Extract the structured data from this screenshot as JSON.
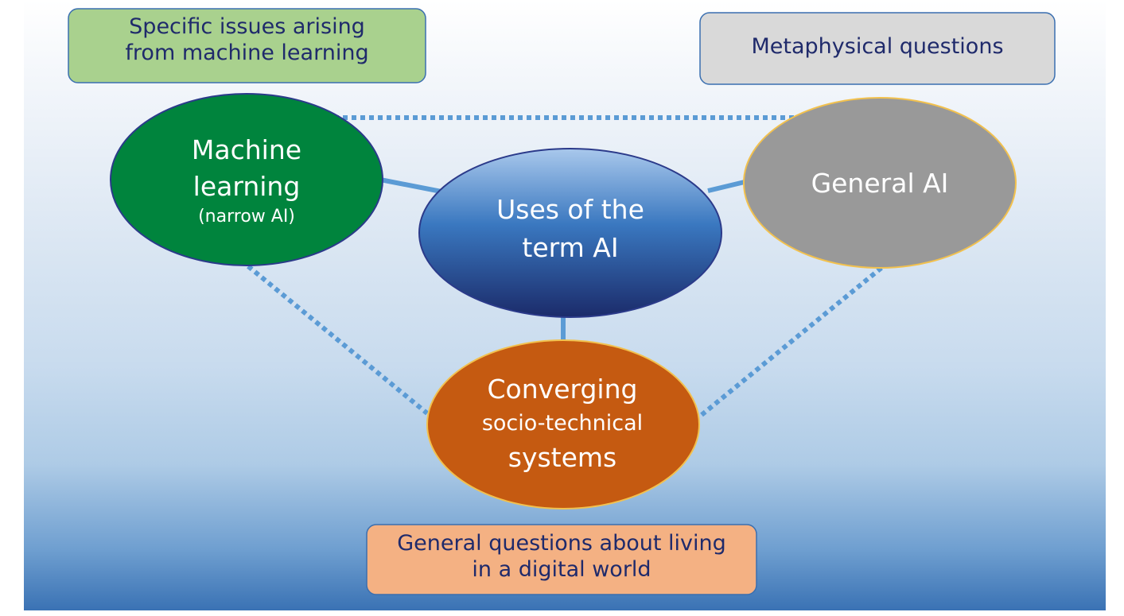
{
  "boxes": {
    "top_left": {
      "line1": "Specific issues arising",
      "line2": "from machine learning"
    },
    "top_right": {
      "line1": "Metaphysical questions"
    },
    "bottom": {
      "line1": "General questions about living",
      "line2": "in a digital world"
    }
  },
  "nodes": {
    "machine_learning": {
      "line1": "Machine",
      "line2": "learning",
      "line3": "(narrow AI)"
    },
    "uses": {
      "line1": "Uses of the",
      "line2": "term AI"
    },
    "general_ai": {
      "line1": "General AI"
    },
    "converging": {
      "line1": "Converging",
      "line2": "socio-technical",
      "line3": "systems"
    }
  },
  "colors": {
    "top_left_box": "#a9d18e",
    "top_right_box": "#d9d9d9",
    "bottom_box": "#f4b183",
    "machine_learning": "#00843d",
    "general_ai": "#999999",
    "converging": "#c55a11",
    "connector": "#5b9bd5",
    "box_text": "#1f2a6b"
  }
}
